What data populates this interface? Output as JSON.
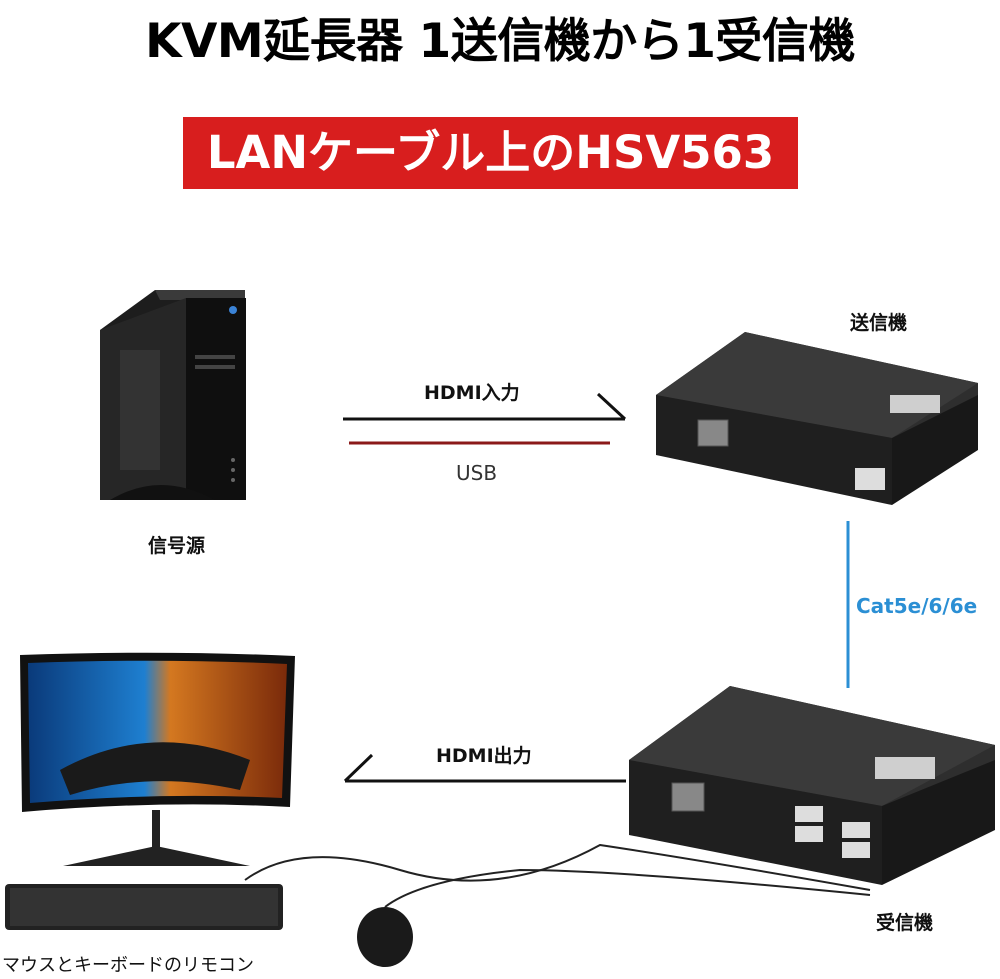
{
  "title": "KVM延長器 1送信機から1受信機",
  "subtitle": "LANケーブル上のHSV563",
  "labels": {
    "hdmi_in": "HDMI入力",
    "usb": "USB",
    "source": "信号源",
    "transmitter": "送信機",
    "cable": "Cat5e/6/6e",
    "hdmi_out": "HDMI出力",
    "receiver": "受信機",
    "remote": "マウスとキーボードのリモコン"
  },
  "colors": {
    "banner": "#d81e1e",
    "usb_line": "#8b1a1a",
    "cable_line": "#2b8fd4",
    "device_body": "#2a2a2a"
  },
  "icons": [
    "desktop-tower-icon",
    "transmitter-box-icon",
    "receiver-box-icon",
    "monitor-icon",
    "keyboard-icon",
    "mouse-icon"
  ]
}
